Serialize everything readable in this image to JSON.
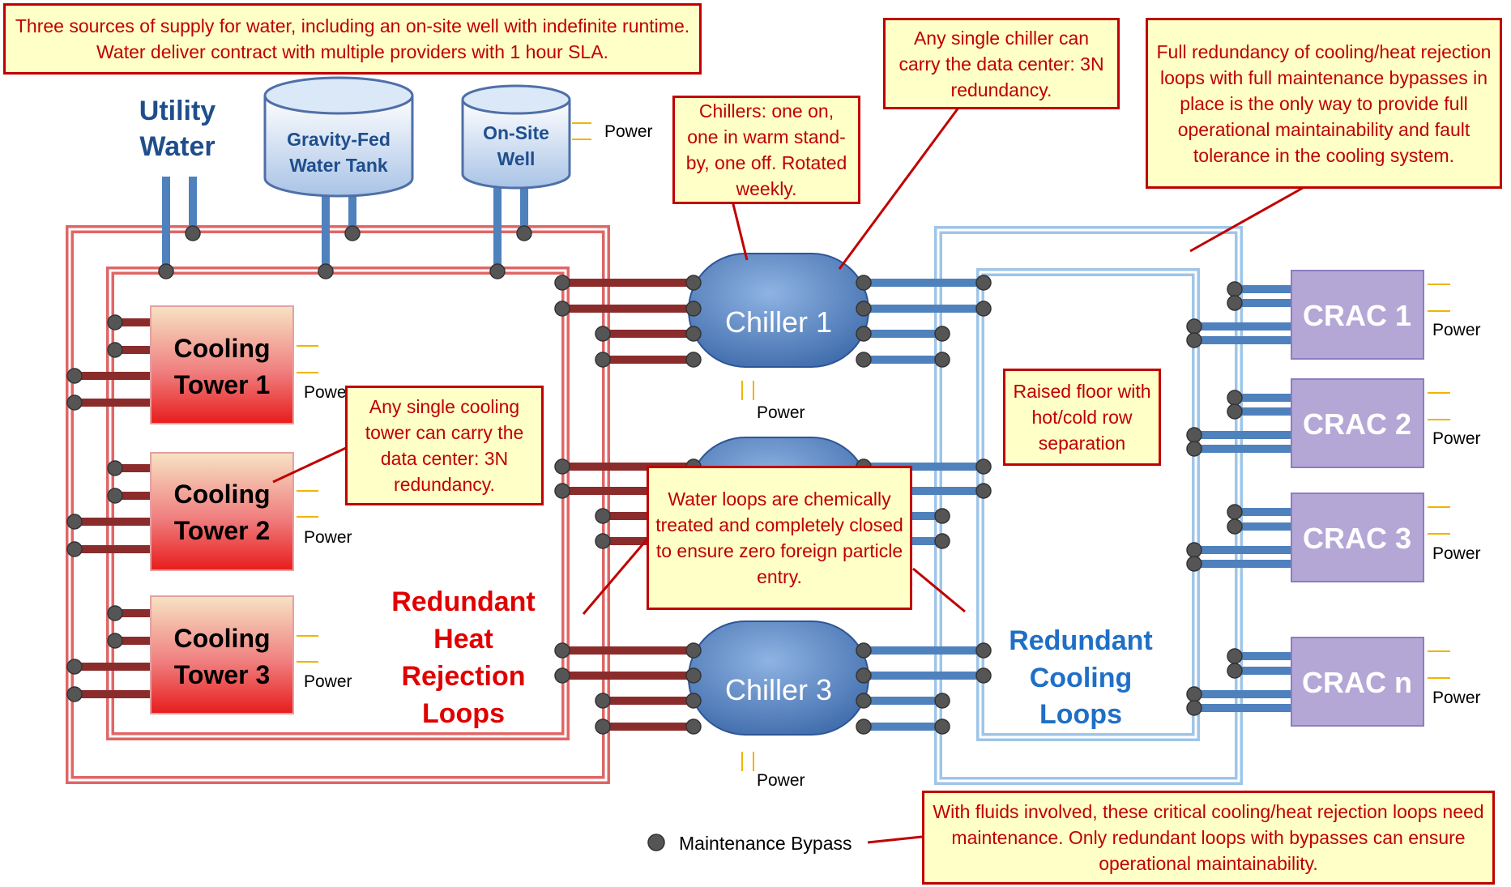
{
  "labels": {
    "utility_water": "Utility Water",
    "gravity_tank": "Gravity-Fed Water Tank",
    "onsite_well": "On-Site Well",
    "power": "Power",
    "tower1": "Cooling Tower 1",
    "tower2": "Cooling Tower 2",
    "tower3": "Cooling Tower 3",
    "chiller1": "Chiller 1",
    "chiller3": "Chiller 3",
    "crac1": "CRAC 1",
    "crac2": "CRAC 2",
    "crac3": "CRAC 3",
    "cracn": "CRAC n",
    "heat_loops": "Redundant Heat Rejection Loops",
    "cooling_loops": "Redundant Cooling Loops",
    "maintenance_bypass": "Maintenance Bypass"
  },
  "callouts": {
    "water_sources": "Three sources of supply for water, including an on-site well with indefinite runtime. Water deliver contract with multiple providers with 1 hour SLA.",
    "chiller_rotation": "Chillers: one on, one in warm stand-by, one off. Rotated weekly.",
    "single_chiller": "Any single chiller can carry the data center: 3N redundancy.",
    "full_redundancy": "Full redundancy of cooling/heat rejection loops with full maintenance bypasses in place is the only way to provide full operational maintainability and fault tolerance in the cooling system.",
    "single_tower": "Any single cooling tower can carry the data center: 3N redundancy.",
    "raised_floor": "Raised floor with hot/cold row separation",
    "water_loops": "Water loops are chemically treated and completely closed to ensure zero foreign particle entry.",
    "fluids": "With fluids involved, these critical cooling/heat rejection loops need maintenance. Only redundant loops with bypasses can ensure operational maintainability."
  },
  "colors": {
    "callout_border": "#c00000",
    "callout_fill": "#ffffc8",
    "heat_loop": "#e06666",
    "heat_pipe": "#8b2c2c",
    "cool_pipe": "#4f81bd",
    "chiller": "#4f81bd",
    "crac": "#b4a7d6",
    "bypass_dot": "#555555"
  }
}
